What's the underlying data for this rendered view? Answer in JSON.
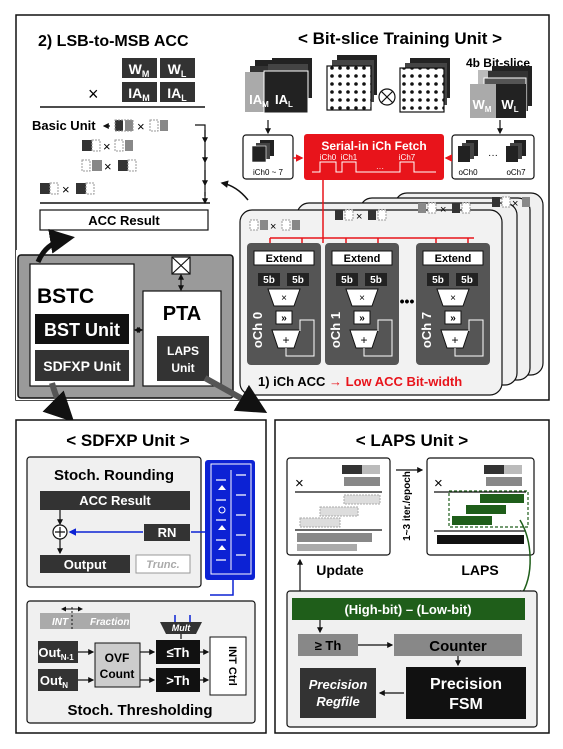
{
  "training_unit": {
    "title": "< Bit-slice Training Unit >",
    "bitslice_label": "4b Bit-slice",
    "ia_m": "IA",
    "ia_l": "IA",
    "w_m": "W",
    "w_l": "W",
    "sub_m": "M",
    "sub_l": "L",
    "ich_label": "iCh0 ~ 7",
    "serial_fetch": "Serial-in iCh Fetch",
    "ich_ticks": [
      "iCh0",
      "iCh1",
      "···",
      "iCh7"
    ],
    "och_first": "oCh0",
    "och_dots": "···",
    "och_last": "oCh7",
    "och_names": [
      "oCh 0",
      "oCh 1",
      "oCh 7"
    ],
    "extend": "Extend",
    "bits": "5b",
    "mult": "×",
    "shift": "»",
    "plus": "+",
    "lane_dots": "•••",
    "ich_acc_label": "1) iCh ACC",
    "arrow": "→",
    "low_acc_label": "Low ACC Bit-width"
  },
  "lsb_msb": {
    "title": "2) LSB-to-MSB ACC",
    "times": "×",
    "basic_unit": "Basic Unit",
    "acc_result": "ACC Result"
  },
  "chip": {
    "bstc": "BSTC",
    "bst_unit": "BST Unit",
    "sdfxp_unit": "SDFXP Unit",
    "pta": "PTA",
    "laps_unit_line1": "LAPS",
    "laps_unit_line2": "Unit"
  },
  "sdfxp": {
    "title": "< SDFXP Unit >",
    "stoch_rounding": "Stoch. Rounding",
    "acc_result": "ACC Result",
    "rn": "RN",
    "output": "Output",
    "trunc": "Trunc.",
    "theta": "θ",
    "int": "INT",
    "fraction": "Fraction",
    "mult": "Mult",
    "out_n1": "Out",
    "out_n1_sub": "N-1",
    "out_n": "Out",
    "out_n_sub": "N",
    "ovf_line1": "OVF",
    "ovf_line2": "Count",
    "le_th": "≤Th",
    "gt_th": ">Th",
    "int_ctrl": "INT Ctrl",
    "stoch_thresholding": "Stoch. Thresholding"
  },
  "laps": {
    "title": "< LAPS Unit >",
    "times": "×",
    "iter": "1~3 iter./epoch",
    "update": "Update",
    "laps": "LAPS",
    "high_low": "(High-bit) – (Low-bit)",
    "ge_th": "≥ Th",
    "counter": "Counter",
    "precision_regfile_1": "Precision",
    "precision_regfile_2": "Regfile",
    "precision_fsm_1": "Precision",
    "precision_fsm_2": "FSM"
  },
  "colors": {
    "red": "#e8141b",
    "blue": "#0c22d4",
    "green": "#1f5e1a",
    "dark": "#333333",
    "gray": "#9a9a9a"
  }
}
